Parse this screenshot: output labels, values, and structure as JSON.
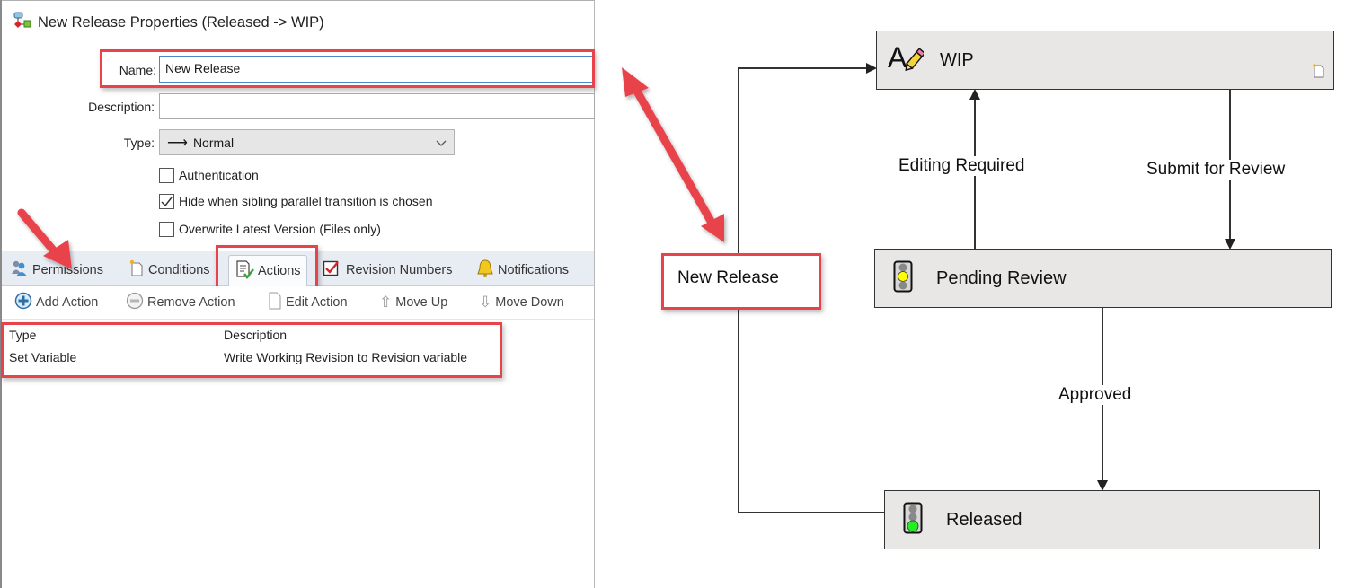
{
  "dialog": {
    "title": "New Release Properties (Released -> WIP)",
    "title_icon": "transition-icon",
    "form": {
      "name_label": "Name:",
      "name_value": "New Release",
      "description_label": "Description:",
      "description_value": "",
      "type_label": "Type:",
      "type_value": "Normal",
      "type_icon": "arrow-right-icon"
    },
    "checkboxes": [
      {
        "label": "Authentication",
        "checked": false
      },
      {
        "label": "Hide when sibling parallel transition is chosen",
        "checked": true
      },
      {
        "label": "Overwrite Latest Version (Files only)",
        "checked": false
      }
    ],
    "tabs": [
      {
        "label": "Permissions",
        "icon": "users-icon",
        "active": false
      },
      {
        "label": "Conditions",
        "icon": "new-document-icon",
        "active": false
      },
      {
        "label": "Actions",
        "icon": "checklist-icon",
        "active": true
      },
      {
        "label": "Revision Numbers",
        "icon": "checkbox-checked-icon",
        "active": false
      },
      {
        "label": "Notifications",
        "icon": "bell-icon",
        "active": false
      }
    ],
    "toolbar": [
      {
        "label": "Add Action",
        "icon": "plus-circle-icon"
      },
      {
        "label": "Remove Action",
        "icon": "minus-circle-icon"
      },
      {
        "label": "Edit Action",
        "icon": "document-icon"
      },
      {
        "label": "Move Up",
        "icon": "arrow-up-icon"
      },
      {
        "label": "Move Down",
        "icon": "arrow-down-icon"
      }
    ],
    "table": {
      "columns": [
        "Type",
        "Description"
      ],
      "rows": [
        {
          "type": "Set Variable",
          "description": "Write Working Revision to Revision variable"
        }
      ]
    }
  },
  "diagram": {
    "states": [
      {
        "name": "WIP",
        "icon": "text-edit-pencil-icon"
      },
      {
        "name": "Pending Review",
        "icon": "traffic-light-yellow-icon"
      },
      {
        "name": "Released",
        "icon": "traffic-light-green-icon"
      }
    ],
    "transitions": [
      {
        "label": "Editing Required",
        "from": "Pending Review",
        "to": "WIP"
      },
      {
        "label": "Submit for Review",
        "from": "WIP",
        "to": "Pending Review"
      },
      {
        "label": "Approved",
        "from": "Pending Review",
        "to": "Released"
      },
      {
        "label": "New Release",
        "from": "Released",
        "to": "WIP"
      }
    ]
  },
  "colors": {
    "annotation_red": "#e8434b",
    "state_fill": "#e8e7e6",
    "tabbar_bg": "#e8ecf3"
  }
}
